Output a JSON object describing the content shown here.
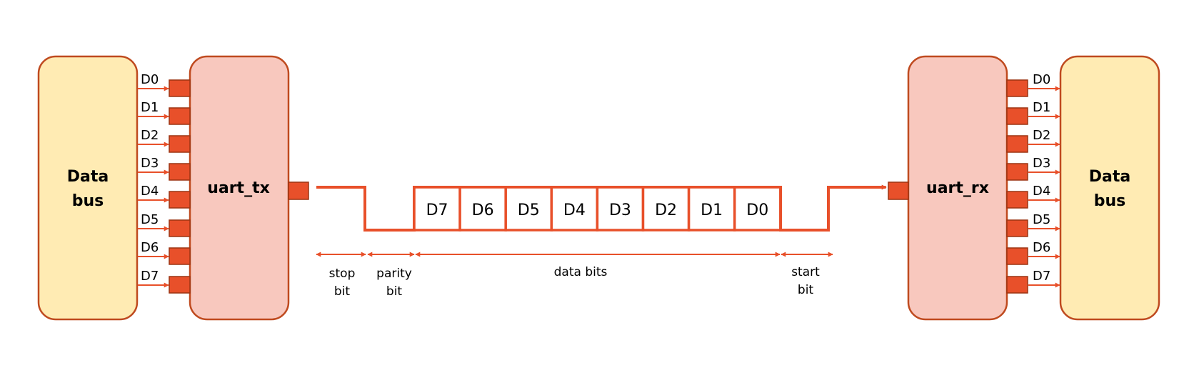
{
  "left_bus": {
    "line1": "Data",
    "line2": "bus"
  },
  "tx": {
    "label": "uart_tx"
  },
  "rx": {
    "label": "uart_rx"
  },
  "right_bus": {
    "line1": "Data",
    "line2": "bus"
  },
  "pins": [
    "D0",
    "D1",
    "D2",
    "D3",
    "D4",
    "D5",
    "D6",
    "D7"
  ],
  "frame_bits": [
    "D7",
    "D6",
    "D5",
    "D4",
    "D3",
    "D2",
    "D1",
    "D0"
  ],
  "spans": {
    "stop": {
      "line1": "stop",
      "line2": "bit"
    },
    "parity": {
      "line1": "parity",
      "line2": "bit"
    },
    "data": {
      "line1": "data bits"
    },
    "start": {
      "line1": "start",
      "line2": "bit"
    }
  },
  "colors": {
    "bus_fill": "#FFEBB3",
    "bus_stroke": "#BF4A1F",
    "uart_fill": "#F8C8BE",
    "uart_stroke": "#BF4A1F",
    "pin_fill": "#E8502A",
    "pin_stroke": "#9C3412",
    "wire": "#E8502A"
  }
}
